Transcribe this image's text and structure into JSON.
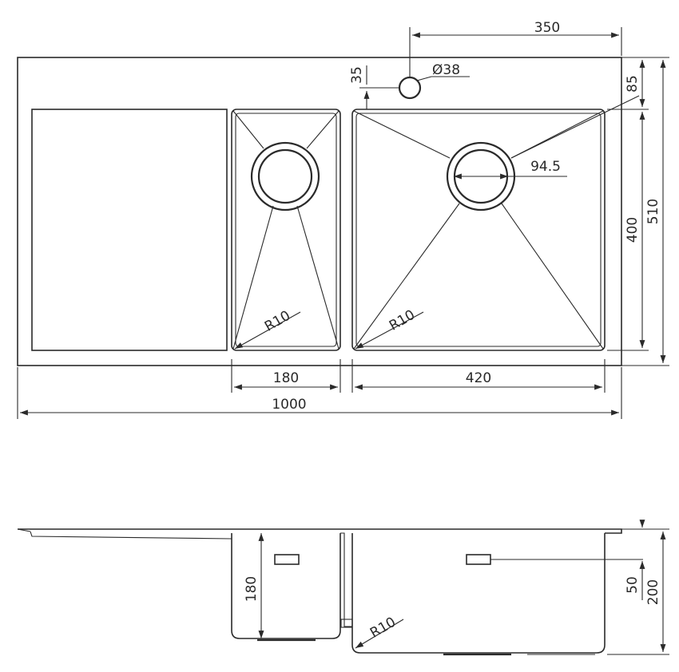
{
  "dimensions": {
    "total_width": "1000",
    "total_depth": "510",
    "small_bowl_width": "180",
    "large_bowl_width": "420",
    "bowl_depth": "400",
    "tap_hole_offset": "350",
    "tap_hole_from_edge": "35",
    "tap_hole_diameter": "Ø38",
    "back_margin": "85",
    "drain_diameter": "94.5",
    "radius_small": "R10",
    "radius_large": "R10",
    "side_radius": "R10",
    "small_bowl_height": "180",
    "total_height": "200",
    "overflow_height": "50"
  },
  "colors": {
    "line": "#2a2a2a",
    "background": "#ffffff"
  }
}
